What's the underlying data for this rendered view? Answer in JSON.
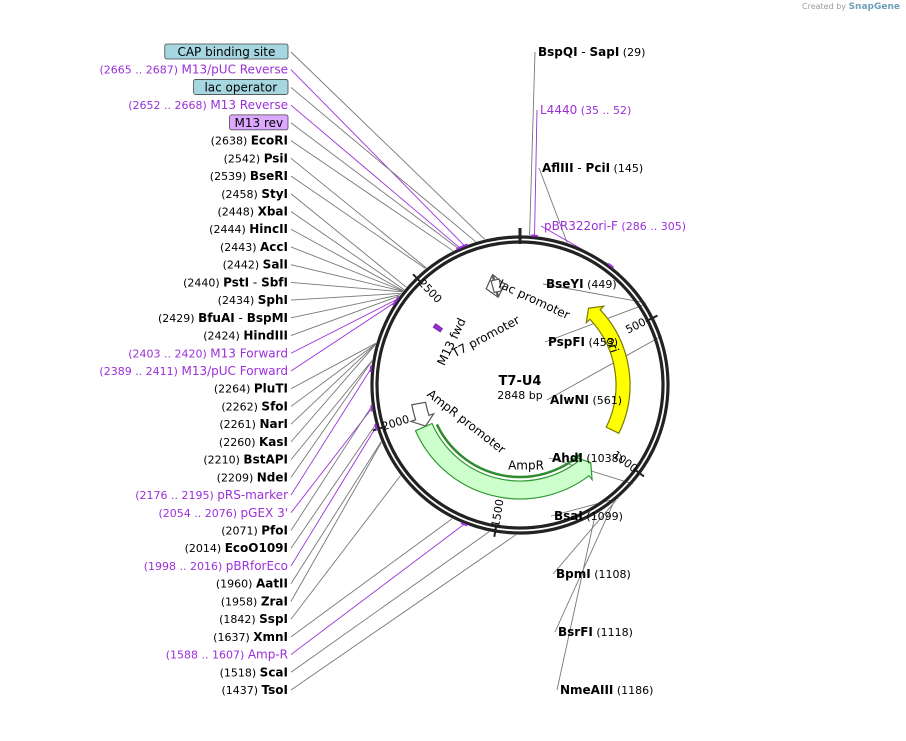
{
  "brand": {
    "prefix": "Created by",
    "name": "SnapGene"
  },
  "plasmid": {
    "name": "T7-U4",
    "size_label": "2848 bp",
    "length": 2848
  },
  "colors": {
    "enzyme": "#000000",
    "primer": "#9b30d9",
    "ori": "#ffff00",
    "ampr": "#ccffcc",
    "ampr_outline": "#339933",
    "box_feature": "#a6d6e0",
    "box_primer": "#dda8ff"
  },
  "ticks": [
    {
      "pos": 500,
      "label": "500"
    },
    {
      "pos": 1000,
      "label": "1000"
    },
    {
      "pos": 1500,
      "label": "1500"
    },
    {
      "pos": 2000,
      "label": "2000"
    },
    {
      "pos": 2500,
      "label": "2500"
    }
  ],
  "features": [
    {
      "name": "ori",
      "start": 330,
      "end": 918,
      "color": "#ffff00"
    },
    {
      "name": "AmpR",
      "start": 1089,
      "end": 1949,
      "color": "#ccffcc"
    },
    {
      "name": "AmpR promoter",
      "start": 1950,
      "end": 2054,
      "color": "#ffffff"
    },
    {
      "name": "lac promoter",
      "start": 2695,
      "end": 2725,
      "color": "#ffffff"
    },
    {
      "name": "T7 promoter",
      "start": 2760,
      "end": 2780,
      "color": "#ffffff"
    },
    {
      "name": "M13 fwd",
      "start": 2403,
      "end": 2420,
      "color": "#9b30d9"
    }
  ],
  "feature_labels": [
    "ori",
    "AmpR",
    "AmpR promoter",
    "lac promoter",
    "T7 promoter",
    "M13 fwd"
  ],
  "labels": [
    {
      "type": "box",
      "bg": "#a6d6e0",
      "name": "CAP binding site",
      "pos": 2740
    },
    {
      "type": "enzyme",
      "name": "BspQI",
      "name2": "SapI",
      "pos_label": "(29)",
      "pos": 29
    },
    {
      "type": "primer",
      "name": "L4440",
      "pos_label": "(35 .. 52)",
      "pos": 44
    },
    {
      "type": "primer",
      "name": "M13/pUC Reverse",
      "pos_label": "(2665 .. 2687)",
      "pos": 2676
    },
    {
      "type": "enzyme",
      "name": "AflIII",
      "name2": "PciI",
      "pos_label": "(145)",
      "pos": 145
    },
    {
      "type": "box",
      "bg": "#a6d6e0",
      "name": "lac operator",
      "pos": 2712
    },
    {
      "type": "primer",
      "name": "M13 Reverse",
      "pos_label": "(2652 .. 2668)",
      "pos": 2660
    },
    {
      "type": "primer",
      "name": "pBR322ori-F",
      "pos_label": "(286 .. 305)",
      "pos": 295
    },
    {
      "type": "box",
      "bg": "#dda8ff",
      "name": "M13 rev",
      "pos": 2655
    },
    {
      "type": "enzyme",
      "name": "EcoRI",
      "pos_label": "(2638)",
      "pos": 2638
    },
    {
      "type": "enzyme",
      "name": "PsiI",
      "pos_label": "(2542)",
      "pos": 2542
    },
    {
      "type": "enzyme",
      "name": "BseRI",
      "pos_label": "(2539)",
      "pos": 2539
    },
    {
      "type": "enzyme",
      "name": "BseYI",
      "pos_label": "(449)",
      "pos": 449
    },
    {
      "type": "enzyme",
      "name": "StyI",
      "pos_label": "(2458)",
      "pos": 2458
    },
    {
      "type": "enzyme",
      "name": "PspFI",
      "pos_label": "(453)",
      "pos": 453
    },
    {
      "type": "enzyme",
      "name": "XbaI",
      "pos_label": "(2448)",
      "pos": 2448
    },
    {
      "type": "enzyme",
      "name": "HincII",
      "pos_label": "(2444)",
      "pos": 2444
    },
    {
      "type": "enzyme",
      "name": "AccI",
      "pos_label": "(2443)",
      "pos": 2443
    },
    {
      "type": "enzyme",
      "name": "SalI",
      "pos_label": "(2442)",
      "pos": 2442
    },
    {
      "type": "enzyme",
      "name": "AlwNI",
      "pos_label": "(561)",
      "pos": 561
    },
    {
      "type": "enzyme",
      "name": "PstI",
      "name2": "SbfI",
      "pos_label": "(2440)",
      "pos": 2440
    },
    {
      "type": "enzyme",
      "name": "SphI",
      "pos_label": "(2434)",
      "pos": 2434
    },
    {
      "type": "enzyme",
      "name": "BfuAI",
      "name2": "BspMI",
      "pos_label": "(2429)",
      "pos": 2429
    },
    {
      "type": "enzyme",
      "name": "HindIII",
      "pos_label": "(2424)",
      "pos": 2424
    },
    {
      "type": "primer",
      "name": "M13 Forward",
      "pos_label": "(2403 .. 2420)",
      "pos": 2411
    },
    {
      "type": "primer",
      "name": "M13/pUC Forward",
      "pos_label": "(2389 .. 2411)",
      "pos": 2400
    },
    {
      "type": "enzyme",
      "name": "PluTI",
      "pos_label": "(2264)",
      "pos": 2264
    },
    {
      "type": "enzyme",
      "name": "SfoI",
      "pos_label": "(2262)",
      "pos": 2262
    },
    {
      "type": "enzyme",
      "name": "NarI",
      "pos_label": "(2261)",
      "pos": 2261
    },
    {
      "type": "enzyme",
      "name": "KasI",
      "pos_label": "(2260)",
      "pos": 2260
    },
    {
      "type": "enzyme",
      "name": "BstAPI",
      "pos_label": "(2210)",
      "pos": 2210
    },
    {
      "type": "enzyme",
      "name": "NdeI",
      "pos_label": "(2209)",
      "pos": 2209
    },
    {
      "type": "primer",
      "name": "pRS-marker",
      "pos_label": "(2176 .. 2195)",
      "pos": 2185
    },
    {
      "type": "primer",
      "name": "pGEX 3'",
      "pos_label": "(2054 .. 2076)",
      "pos": 2065
    },
    {
      "type": "enzyme",
      "name": "PfoI",
      "pos_label": "(2071)",
      "pos": 2071
    },
    {
      "type": "enzyme",
      "name": "EcoO109I",
      "pos_label": "(2014)",
      "pos": 2014
    },
    {
      "type": "primer",
      "name": "pBRforEco",
      "pos_label": "(1998 .. 2016)",
      "pos": 2007
    },
    {
      "type": "enzyme",
      "name": "AatII",
      "pos_label": "(1960)",
      "pos": 1960
    },
    {
      "type": "enzyme",
      "name": "ZraI",
      "pos_label": "(1958)",
      "pos": 1958
    },
    {
      "type": "enzyme",
      "name": "AhdI",
      "pos_label": "(1038)",
      "pos": 1038
    },
    {
      "type": "enzyme",
      "name": "BsaI",
      "pos_label": "(1099)",
      "pos": 1099
    },
    {
      "type": "enzyme",
      "name": "BpmI",
      "pos_label": "(1108)",
      "pos": 1108
    },
    {
      "type": "enzyme",
      "name": "BsrFI",
      "pos_label": "(1118)",
      "pos": 1118
    },
    {
      "type": "enzyme",
      "name": "SspI",
      "pos_label": "(1842)",
      "pos": 1842
    },
    {
      "type": "enzyme",
      "name": "NmeAIII",
      "pos_label": "(1186)",
      "pos": 1186
    },
    {
      "type": "enzyme",
      "name": "XmnI",
      "pos_label": "(1637)",
      "pos": 1637
    },
    {
      "type": "primer",
      "name": "Amp-R",
      "pos_label": "(1588 .. 1607)",
      "pos": 1597
    },
    {
      "type": "enzyme",
      "name": "ScaI",
      "pos_label": "(1518)",
      "pos": 1518
    },
    {
      "type": "enzyme",
      "name": "TsoI",
      "pos_label": "(1437)",
      "pos": 1437
    }
  ]
}
